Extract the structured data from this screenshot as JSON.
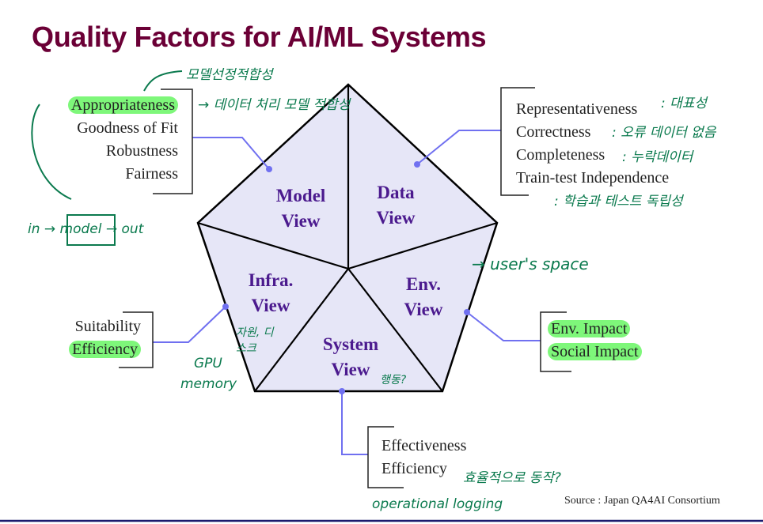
{
  "title": "Quality Factors for AI/ML Systems",
  "views": {
    "model": [
      "Model",
      "View"
    ],
    "data": [
      "Data",
      "View"
    ],
    "infra": [
      "Infra.",
      "View"
    ],
    "env": [
      "Env.",
      "View"
    ],
    "system": [
      "System",
      "View"
    ]
  },
  "model_factors": [
    "Appropriateness",
    "Goodness of Fit",
    "Robustness",
    "Fairness"
  ],
  "data_factors": [
    "Representativeness",
    "Correctness",
    "Completeness",
    "Train-test Independence"
  ],
  "infra_factors": [
    "Suitability",
    "Efficiency"
  ],
  "env_factors": [
    "Env. Impact",
    "Social Impact"
  ],
  "system_factors": [
    "Effectiveness",
    "Efficiency"
  ],
  "source": "Source : Japan QA4AI Consortium",
  "annotations": {
    "model_select": "모델선정적합성",
    "data_model_fit": "→ 데이터 처리 모델 적합성",
    "in_model_out": "in → model → out",
    "representativeness": ": 대표성",
    "correctness": ": 오류 데이터 없음",
    "completeness": ": 누락데이터",
    "independence": ": 학습과 테스트 독립성",
    "users_space": "→ user's space",
    "resources": "자원, 디스크",
    "gpu": "GPU",
    "memory": "memory",
    "behavior": "행동?",
    "efficient": "효율적으로 동작?",
    "logging": "operational logging"
  },
  "colors": {
    "title": "#6b0036",
    "view_text": "#4b1a8e",
    "pentagon_fill": "#e6e6f7",
    "connector": "#7070f0",
    "highlight": "#7ef77a",
    "ink": "#0b7a4e",
    "bottom_rule": "#1a1a6e"
  }
}
